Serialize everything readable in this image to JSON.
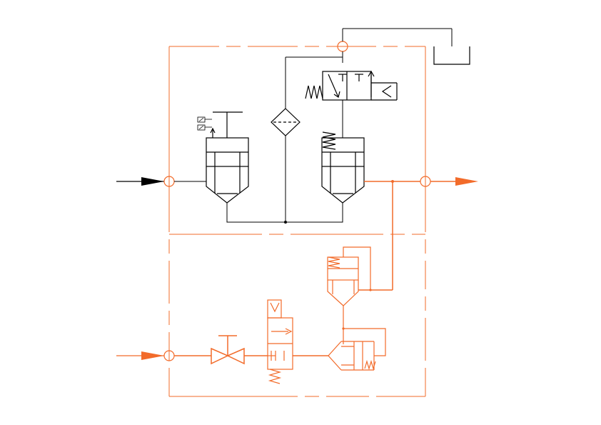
{
  "diagram": {
    "type": "pneumatic-circuit-schematic",
    "colors": {
      "accent": "#f26b2a",
      "line": "#000000",
      "background": "#ffffff"
    },
    "components": [
      {
        "id": "inlet-port-upper",
        "kind": "inlet-arrow",
        "color": "black"
      },
      {
        "id": "inlet-port-lower",
        "kind": "inlet-arrow",
        "color": "accent"
      },
      {
        "id": "outlet-port",
        "kind": "outlet-arrow",
        "color": "accent"
      },
      {
        "id": "top-port",
        "kind": "port-circle",
        "color": "accent"
      },
      {
        "id": "pilot-operated-valve-left",
        "kind": "valve-with-position-indicator",
        "color": "black"
      },
      {
        "id": "spring-valve-right",
        "kind": "spring-return-valve",
        "color": "black"
      },
      {
        "id": "filter",
        "kind": "filter-diamond",
        "color": "black"
      },
      {
        "id": "solenoid-3-2-valve",
        "kind": "solenoid-valve",
        "color": "black"
      },
      {
        "id": "exhaust-tank",
        "kind": "reservoir",
        "color": "black"
      },
      {
        "id": "pilot-valve-spring",
        "kind": "spring-return-valve",
        "color": "accent"
      },
      {
        "id": "manual-shutoff-valve",
        "kind": "ball-valve",
        "color": "accent"
      },
      {
        "id": "spring-3-2-valve",
        "kind": "spring-return-valve",
        "color": "accent"
      },
      {
        "id": "pilot-valve-horizontal",
        "kind": "spring-return-valve",
        "color": "accent"
      }
    ]
  }
}
